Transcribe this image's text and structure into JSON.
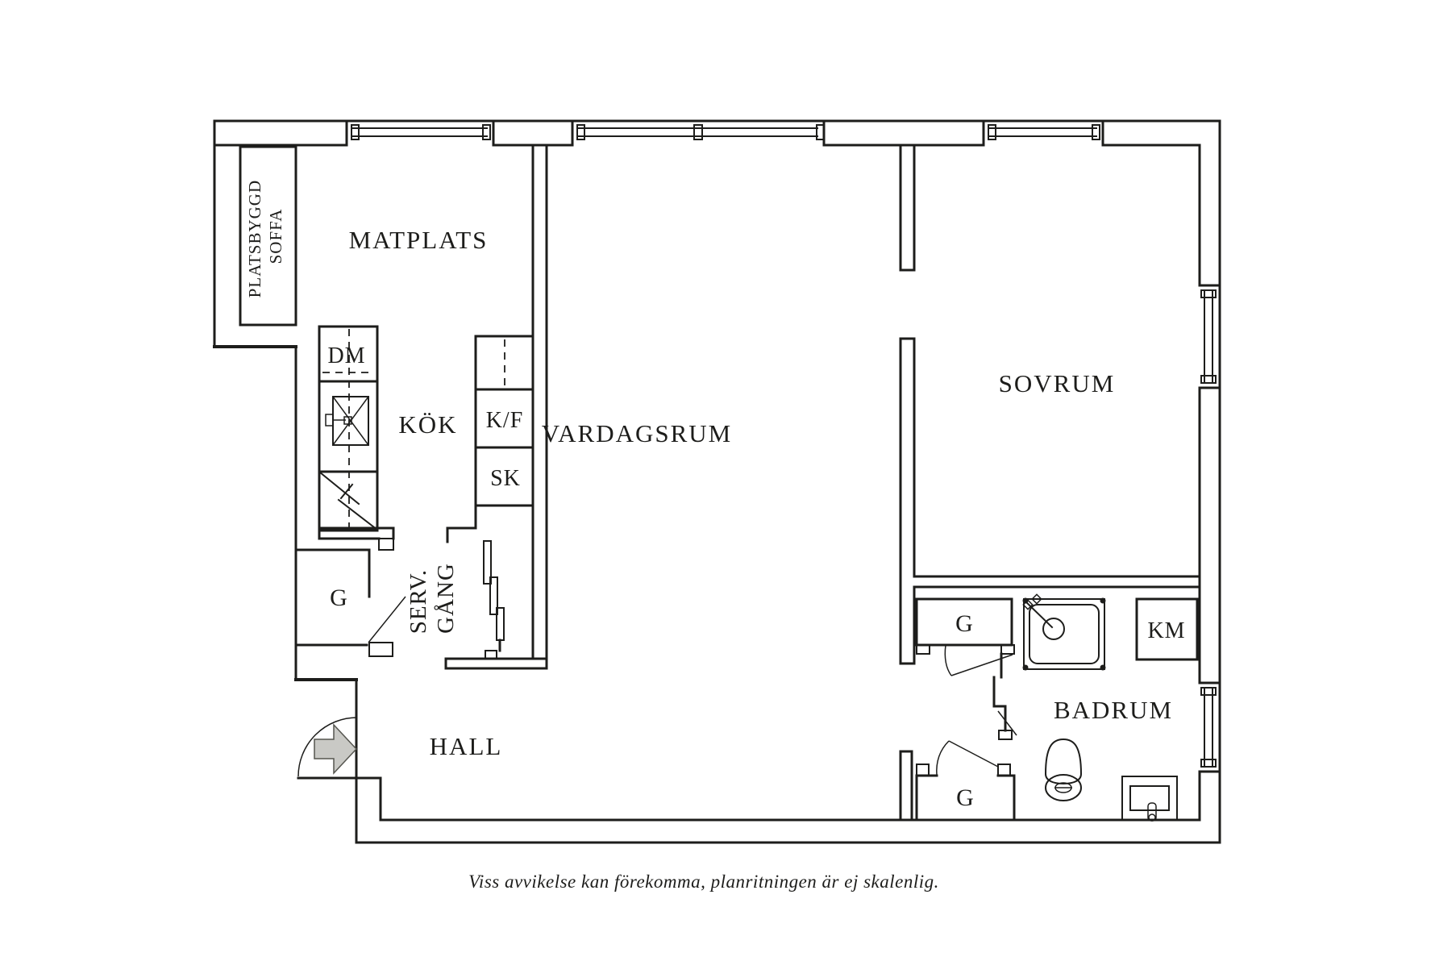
{
  "plan": {
    "labels": {
      "matplats": "MATPLATS",
      "kok": "KÖK",
      "vardagsrum": "VARDAGSRUM",
      "sovrum": "SOVRUM",
      "hall": "HALL",
      "badrum": "BADRUM",
      "serv_line1": "SERV.",
      "serv_line2": "GÅNG",
      "sofa_line1": "PLATSBYGGD",
      "sofa_line2": "SOFFA",
      "dm": "DM",
      "kf": "K/F",
      "sk": "SK",
      "km": "KM",
      "g_kitchen": "G",
      "g_badrum_upper": "G",
      "g_hall": "G"
    },
    "caption": "Viss avvikelse kan förekomma, planritningen är ej skalenlig.",
    "colors": {
      "wall": "#1d1d1b",
      "background": "#ffffff",
      "entry_arrow": "#c9c9c5"
    }
  }
}
